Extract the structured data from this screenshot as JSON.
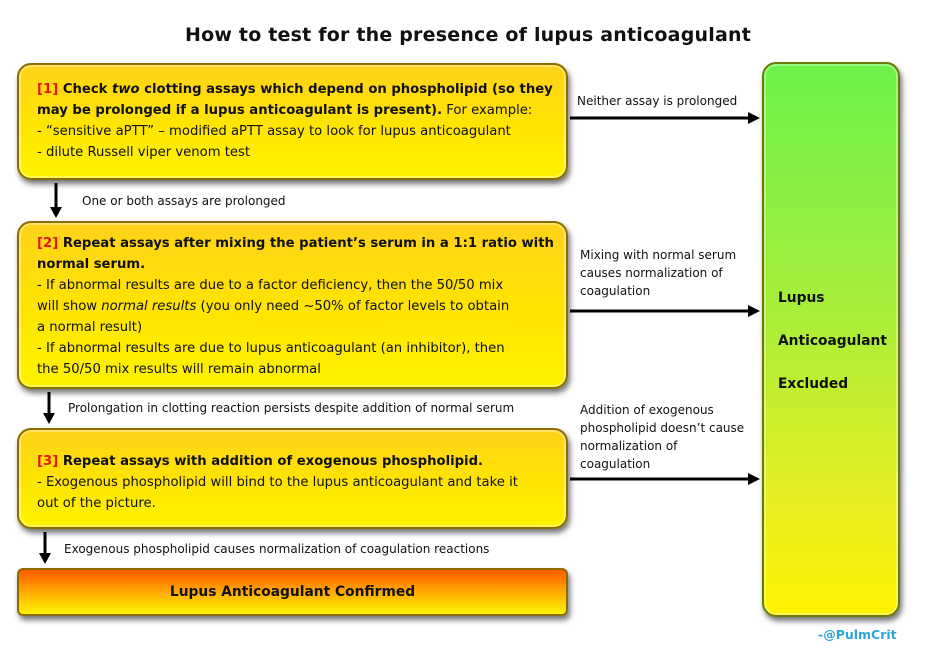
{
  "title": "How to test for the presence of lupus anticoagulant",
  "step1": {
    "number": "[1]",
    "line1": " Check ",
    "line1_italic": "two",
    "line1_rest": " clotting assays which depend on phospholipid (so they",
    "line2_bold": "may be prolonged if a lupus anticoagulant is present).",
    "line2_rest": "  For example:",
    "line3": " - “sensitive aPTT” – modified aPTT assay to look for lupus anticoagulant",
    "line4": " - dilute Russell viper venom test"
  },
  "step2": {
    "number": "[2]",
    "line1": " Repeat assays after mixing the patient’s serum in a 1:1 ratio with",
    "line2": "normal serum.",
    "line3": "- If abnormal results are due to a factor deficiency, then the 50/50 mix",
    "line4_a": "will show ",
    "line4_italic": "normal results",
    "line4_b": " (you only need ~50% of factor levels to obtain",
    "line5": "a normal result)",
    "line6": "- If abnormal results are due to lupus anticoagulant (an inhibitor), then",
    "line7": "the 50/50 mix results will remain abnormal"
  },
  "step3": {
    "number": "[3]",
    "line1": " Repeat assays with addition of exogenous phospholipid.",
    "line2": "- Exogenous phospholipid will bind to the lupus anticoagulant and take it",
    "line3": "out of the picture."
  },
  "confirmed": "Lupus Anticoagulant Confirmed",
  "excluded": [
    "Lupus",
    "Anticoagulant",
    "Excluded"
  ],
  "arrows": {
    "down1": "One or both assays are prolonged",
    "down2": "Prolongation in clotting reaction persists despite addition of normal serum",
    "down3": "Exogenous phospholipid causes normalization of coagulation reactions",
    "right1": [
      "Neither assay is prolonged"
    ],
    "right2": [
      "Mixing with normal serum",
      "causes normalization of",
      "coagulation"
    ],
    "right3": [
      "Addition of exogenous",
      "phospholipid doesn’t cause",
      "normalization of",
      "coagulation"
    ]
  },
  "credit": "-@PulmCrit"
}
